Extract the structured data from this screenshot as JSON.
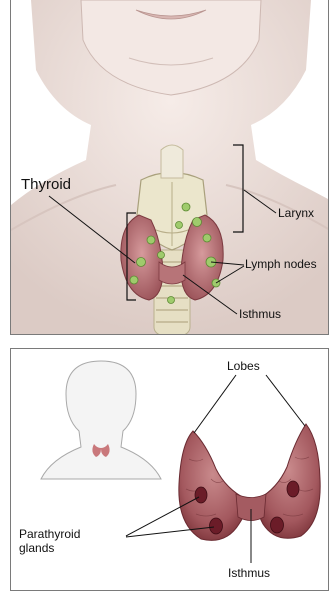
{
  "top_panel": {
    "labels": {
      "thyroid": "Thyroid",
      "larynx": "Larynx",
      "lymph_nodes": "Lymph nodes",
      "isthmus": "Isthmus"
    }
  },
  "bottom_panel": {
    "labels": {
      "lobes": "Lobes",
      "parathyroid_line1": "Parathyroid",
      "parathyroid_line2": "glands",
      "isthmus": "Isthmus"
    }
  },
  "colors": {
    "skin": "#efe4df",
    "cartilage": "#e8e3c8",
    "thyroid": "#b56a6e",
    "thyroid_dark": "#8a3f45",
    "lymph": "#9cc66a",
    "parathyroid": "#6f1f2b",
    "silhouette": "#f4f4f4"
  }
}
